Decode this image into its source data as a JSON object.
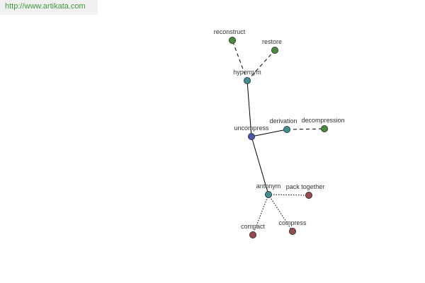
{
  "watermark": {
    "text": "http://www.artikata.com"
  },
  "colors": {
    "center": "#4a55a8",
    "relation": "#3f8f92",
    "synonym": "#4a8a3c",
    "antonym_term": "#984a4e",
    "edge": "#000000"
  },
  "nodes": {
    "uncompress": {
      "label": "uncompress",
      "kind": "center"
    },
    "hypernym": {
      "label": "hypernym",
      "kind": "relation"
    },
    "derivation": {
      "label": "derivation",
      "kind": "relation"
    },
    "antonym": {
      "label": "antonym",
      "kind": "relation"
    },
    "reconstruct": {
      "label": "reconstruct",
      "kind": "synonym"
    },
    "restore": {
      "label": "restore",
      "kind": "synonym"
    },
    "decompression": {
      "label": "decompression",
      "kind": "synonym"
    },
    "pack_together": {
      "label": "pack together",
      "kind": "antonym_term"
    },
    "compact": {
      "label": "compact",
      "kind": "antonym_term"
    },
    "compress": {
      "label": "compress",
      "kind": "antonym_term"
    }
  },
  "edges": [
    {
      "from": "uncompress",
      "to": "hypernym",
      "style": "solid"
    },
    {
      "from": "uncompress",
      "to": "derivation",
      "style": "solid"
    },
    {
      "from": "uncompress",
      "to": "antonym",
      "style": "solid"
    },
    {
      "from": "hypernym",
      "to": "reconstruct",
      "style": "dashed"
    },
    {
      "from": "hypernym",
      "to": "restore",
      "style": "dashed"
    },
    {
      "from": "derivation",
      "to": "decompression",
      "style": "dashed"
    },
    {
      "from": "antonym",
      "to": "pack_together",
      "style": "dotted"
    },
    {
      "from": "antonym",
      "to": "compact",
      "style": "dotted"
    },
    {
      "from": "antonym",
      "to": "compress",
      "style": "dotted"
    }
  ]
}
